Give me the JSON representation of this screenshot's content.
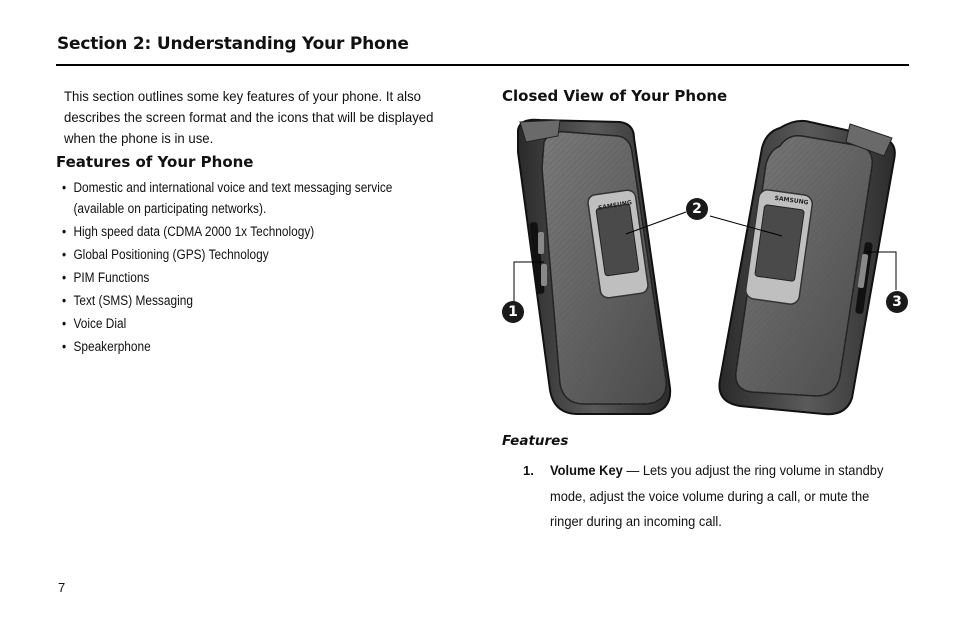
{
  "page": {
    "section_title": "Section 2: Understanding Your Phone",
    "page_number": "7"
  },
  "intro": {
    "text": "This section outlines some key features of your phone. It also describes the screen format and the icons that will be displayed when the phone is in use."
  },
  "features_of_phone": {
    "heading": "Features of Your Phone",
    "items": [
      "Domestic and international voice and text messaging service (available on participating networks).",
      "High speed data (CDMA 2000 1x Technology)",
      "Global Positioning (GPS) Technology",
      "PIM Functions",
      "Text (SMS) Messaging",
      "Voice Dial",
      "Speakerphone"
    ]
  },
  "closed_view": {
    "heading": "Closed View of Your Phone",
    "brand": "SAMSUNG",
    "callouts": [
      "1",
      "2",
      "3"
    ]
  },
  "features": {
    "heading": "Features",
    "items": [
      {
        "number": "1.",
        "key": "Volume Key",
        "text": " — Lets you adjust the ring volume in standby mode, adjust the voice volume during a call, or mute the ringer during an incoming call."
      }
    ]
  }
}
